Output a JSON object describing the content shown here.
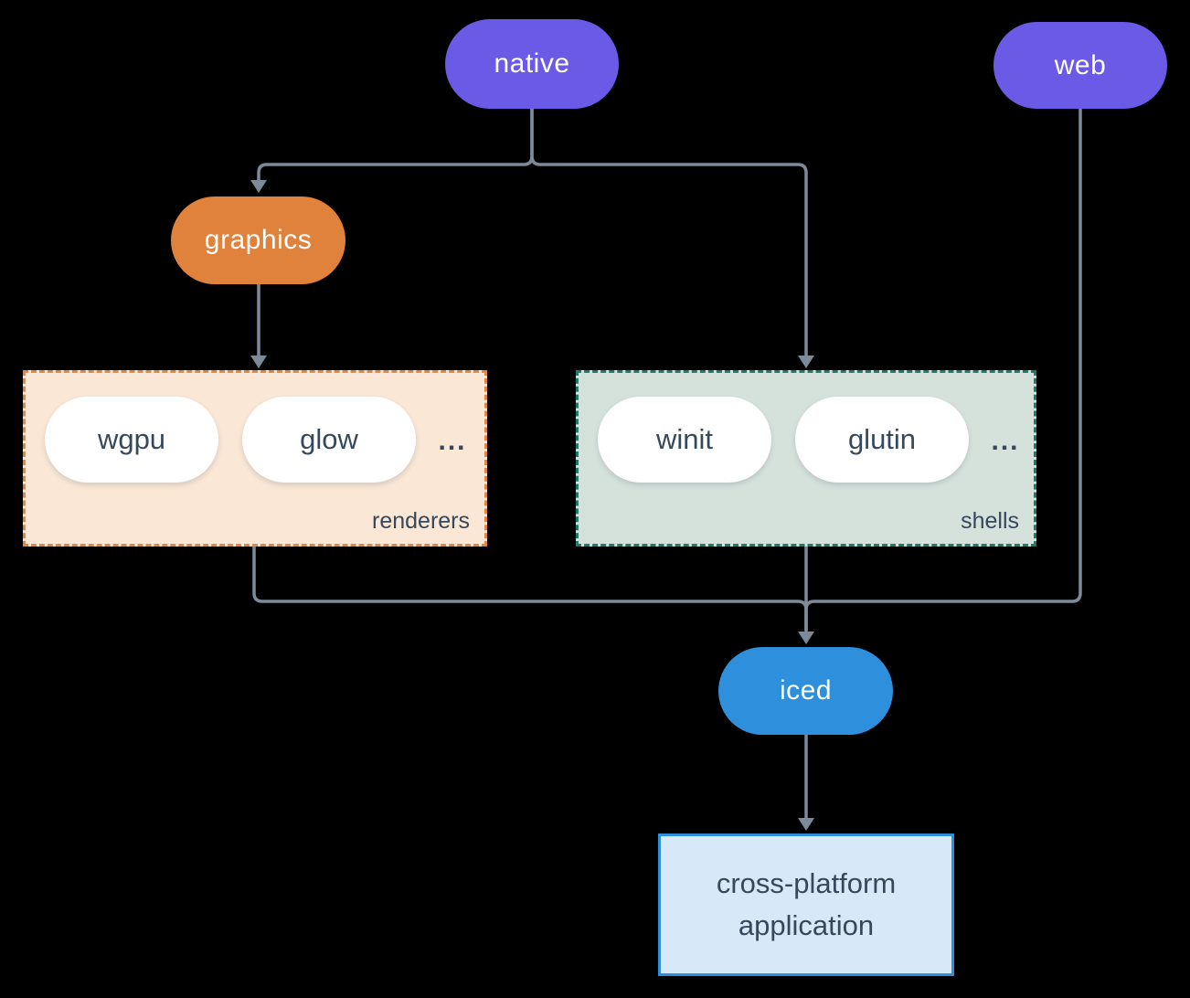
{
  "diagram": {
    "background": "#000000",
    "line_color": "#7B8B99",
    "text_color": "#36485C",
    "nodes": {
      "native": {
        "label": "native",
        "color": "#6A5AE6",
        "text": "#FFFFFF"
      },
      "web": {
        "label": "web",
        "color": "#6A5AE6",
        "text": "#FFFFFF"
      },
      "graphics": {
        "label": "graphics",
        "color": "#E0813C",
        "text": "#FFFFFF"
      },
      "iced": {
        "label": "iced",
        "color": "#2E8FDC",
        "text": "#FFFFFF"
      },
      "application": {
        "label": "cross-platform application",
        "fill": "#D7E9F8",
        "border": "#2E8FDC"
      }
    },
    "groups": {
      "renderers": {
        "label": "renderers",
        "items": [
          "wgpu",
          "glow"
        ],
        "ellipsis": "...",
        "fill": "#FAE7D6",
        "border": "#E08843",
        "item_fill": "#FFFFFF"
      },
      "shells": {
        "label": "shells",
        "items": [
          "winit",
          "glutin"
        ],
        "ellipsis": "...",
        "fill": "#D5E2DC",
        "border": "#1F7A6C",
        "item_fill": "#FFFFFF"
      }
    },
    "edges": [
      {
        "from": "native",
        "to": "graphics"
      },
      {
        "from": "native",
        "to": "shells"
      },
      {
        "from": "graphics",
        "to": "renderers"
      },
      {
        "from": "renderers",
        "to": "iced"
      },
      {
        "from": "shells",
        "to": "iced"
      },
      {
        "from": "web",
        "to": "iced"
      },
      {
        "from": "iced",
        "to": "application"
      }
    ]
  }
}
